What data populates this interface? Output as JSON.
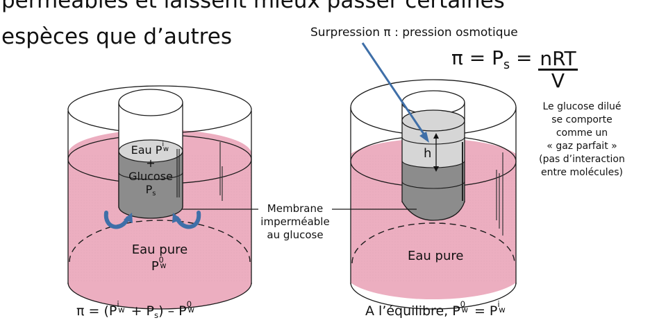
{
  "slide": {
    "heading_line1": "perméables et laissent mieux passer certaines",
    "heading_line2": "espèces que d’autres"
  },
  "annotation": {
    "surpression_label": "Surpression π : pression osmotique",
    "formula_lhs": "π = P",
    "formula_sub": "s",
    "formula_eq": " = ",
    "formula_num": "nRT",
    "formula_den": "V",
    "note_lines": [
      "Le glucose dilué",
      "se comporte",
      "comme un",
      "« gaz parfait »",
      "(pas d’interaction",
      "entre molécules)"
    ]
  },
  "left_vessel": {
    "inner_line1_a": "Eau P",
    "inner_line1_sup": "i",
    "inner_line1_sub": "w",
    "inner_line2": "+",
    "inner_line3": "Glucose",
    "inner_line4_a": "P",
    "inner_line4_sub": "s",
    "outer_label": "Eau pure",
    "outer_p": "P",
    "outer_p_sup": "0",
    "outer_p_sub": "w",
    "caption_a": "π = (P",
    "caption_sup1": "i",
    "caption_sub1": "w",
    "caption_b": " + P",
    "caption_sub2": "s",
    "caption_c": ") – P",
    "caption_sup3": "0",
    "caption_sub3": "w"
  },
  "membrane": {
    "line1": "Membrane",
    "line2": "imperméable",
    "line3": "au glucose"
  },
  "right_vessel": {
    "height_label": "h",
    "outer_label": "Eau pure",
    "caption_a": "A l’équilibre, P",
    "caption_sup1": "0",
    "caption_sub1": "w",
    "caption_b": " = P",
    "caption_sup2": "i",
    "caption_sub2": "w"
  },
  "colors": {
    "pink_water": "#ecaec0",
    "solution_dark": "#8c8c8c",
    "solution_light": "#d6d6d6",
    "arrow_blue": "#3f6fa8",
    "outline": "#1a1a1a"
  }
}
